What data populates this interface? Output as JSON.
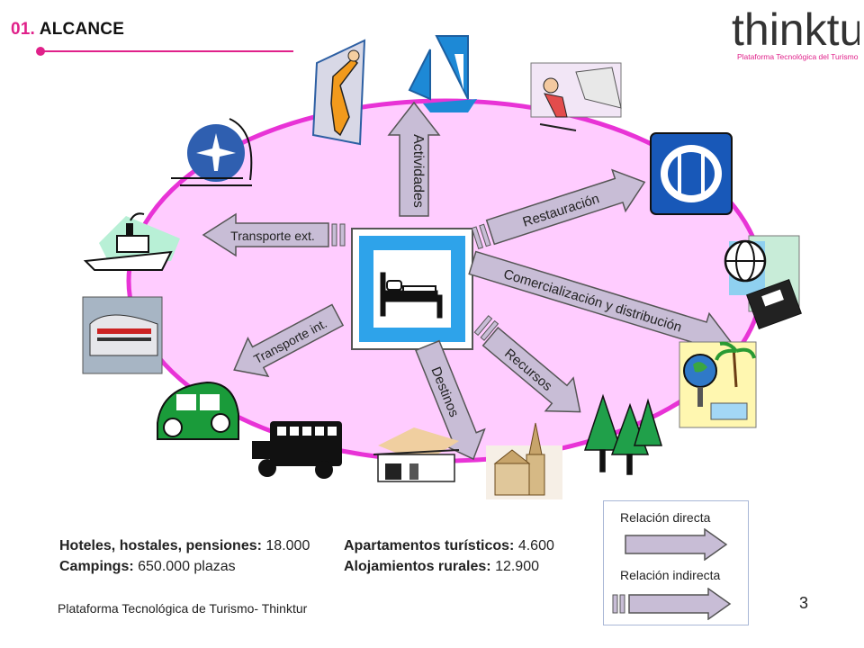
{
  "header": {
    "number": "01.",
    "title": "ALCANCE"
  },
  "logo": {
    "wordmark": "thinktur",
    "tagline": "Plataforma Tecnológica del Turismo",
    "color": "#e0218a"
  },
  "diagram": {
    "ellipse_fill": "#ffccff",
    "ellipse_stroke": "#e833d6",
    "arrows": {
      "actividades": "Actividades",
      "restauracion": "Restauración",
      "comercializacion": "Comercialización y distribución",
      "recursos": "Recursos",
      "destinos": "Destinos",
      "transporte_int": "Transporte int.",
      "transporte_ext": "Transporte ext."
    }
  },
  "stats": {
    "hoteles_label": "Hoteles, hostales, pensiones:",
    "hoteles_value": "18.000",
    "campings_label": "Campings:",
    "campings_value": "650.000 plazas",
    "apartamentos_label": "Apartamentos turísticos:",
    "apartamentos_value": "4.600",
    "rurales_label": "Alojamientos rurales:",
    "rurales_value": "12.900"
  },
  "legend": {
    "direct": "Relación directa",
    "indirect": "Relación indirecta"
  },
  "footer": {
    "text": "Plataforma Tecnológica de Turismo- Thinktur",
    "page": "3"
  }
}
